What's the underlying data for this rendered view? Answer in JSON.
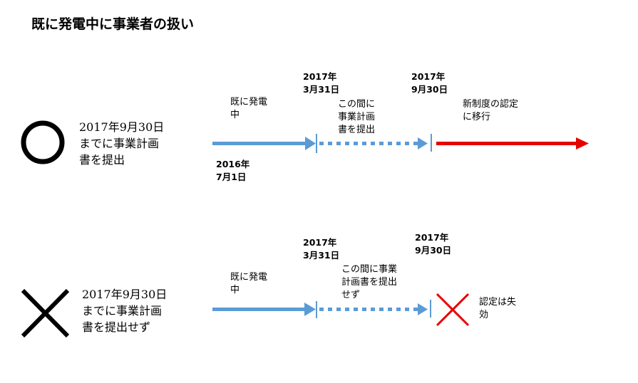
{
  "title": "既に発電中に事業者の扱い",
  "colors": {
    "blue": "#5b9bd5",
    "red": "#e60000",
    "black": "#000000"
  },
  "rows": [
    {
      "symbol": "circle-icon",
      "condition": [
        "2017年9月30日",
        "までに事業計画",
        "書を提出"
      ],
      "phase1_label": [
        "既に発電",
        "中"
      ],
      "start_date": [
        "2016年",
        "7月1日"
      ],
      "date1": [
        "2017年",
        "3月31日"
      ],
      "phase2_label": [
        "この間に",
        "事業計画",
        "書を提出"
      ],
      "date2": [
        "2017年",
        "9月30日"
      ],
      "result_label": [
        "新制度の認定",
        "に移行"
      ]
    },
    {
      "symbol": "cross-icon",
      "condition": [
        "2017年9月30日",
        "までに事業計画",
        "書を提出せず"
      ],
      "phase1_label": [
        "既に発電",
        "中"
      ],
      "date1": [
        "2017年",
        "3月31日"
      ],
      "phase2_label": [
        "この間に事業",
        "計画書を提出",
        "せず"
      ],
      "date2": [
        "2017年",
        "9月30日"
      ],
      "result_label": [
        "認定は失",
        "効"
      ]
    }
  ]
}
